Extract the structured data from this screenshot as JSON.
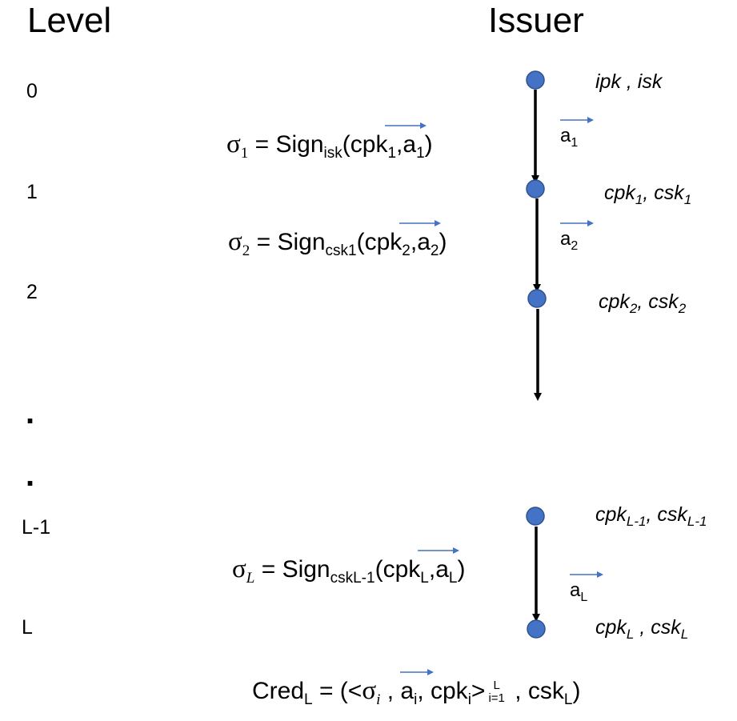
{
  "headers": {
    "level": "Level",
    "issuer": "Issuer"
  },
  "levels": [
    "0",
    "1",
    "2",
    ".",
    ".",
    "L-1",
    "L"
  ],
  "nodes": [
    {
      "key": "ipk , isk"
    },
    {
      "pk": "cpk",
      "pk_sub": "1",
      "sep": ", ",
      "sk": "csk",
      "sk_sub": "1"
    },
    {
      "pk": "cpk",
      "pk_sub": "2",
      "sep": ", ",
      "sk": "csk",
      "sk_sub": "2"
    },
    {
      "pk": "cpk",
      "pk_sub": "L-1",
      "sep": ", ",
      "sk": "csk",
      "sk_sub": "L-1"
    },
    {
      "pk": "cpk",
      "pk_sub": "L",
      "sep": " , ",
      "sk": "csk",
      "sk_sub": "L"
    }
  ],
  "edge_labels": [
    {
      "base": "a",
      "sub": "1"
    },
    {
      "base": "a",
      "sub": "2"
    },
    {
      "base": "a",
      "sub": "L"
    }
  ],
  "signatures": [
    {
      "sigma": "σ",
      "sigma_sub": "1",
      "eq": " = Sign",
      "key_sub": "isk",
      "open": "(cpk",
      "pk_sub": "1",
      "comma": ",",
      "attr": "a",
      "attr_sub": "1",
      "close": ")"
    },
    {
      "sigma": "σ",
      "sigma_sub": "2",
      "eq": " = Sign",
      "key_sub": "csk1",
      "open": "(cpk",
      "pk_sub": "2",
      "comma": ",",
      "attr": "a",
      "attr_sub": "2",
      "close": ")"
    },
    {
      "sigma": "σ",
      "sigma_sub": "L",
      "eq": " = Sign",
      "key_sub": "cskL-1",
      "open": "(cpk",
      "pk_sub": "L",
      "comma": ",",
      "attr": "a",
      "attr_sub": "L",
      "close": ")"
    }
  ],
  "credential": {
    "name": "Cred",
    "name_sub": "L",
    "eq": " = (<",
    "sigma": "σ",
    "sigma_sub": "i",
    "comma1": " , ",
    "attr": "a",
    "attr_sub": "i",
    "mid": ", cpk",
    "pk_sub": "i",
    "gt": ">",
    "upper": "L",
    "lower": "i=1",
    "tail": " , csk",
    "sk_sub": "L",
    "close": ")"
  },
  "colors": {
    "node": "#4472C4",
    "node_stroke": "#2F528F",
    "vector_arrow": "#4472C4",
    "edge": "#000000"
  }
}
